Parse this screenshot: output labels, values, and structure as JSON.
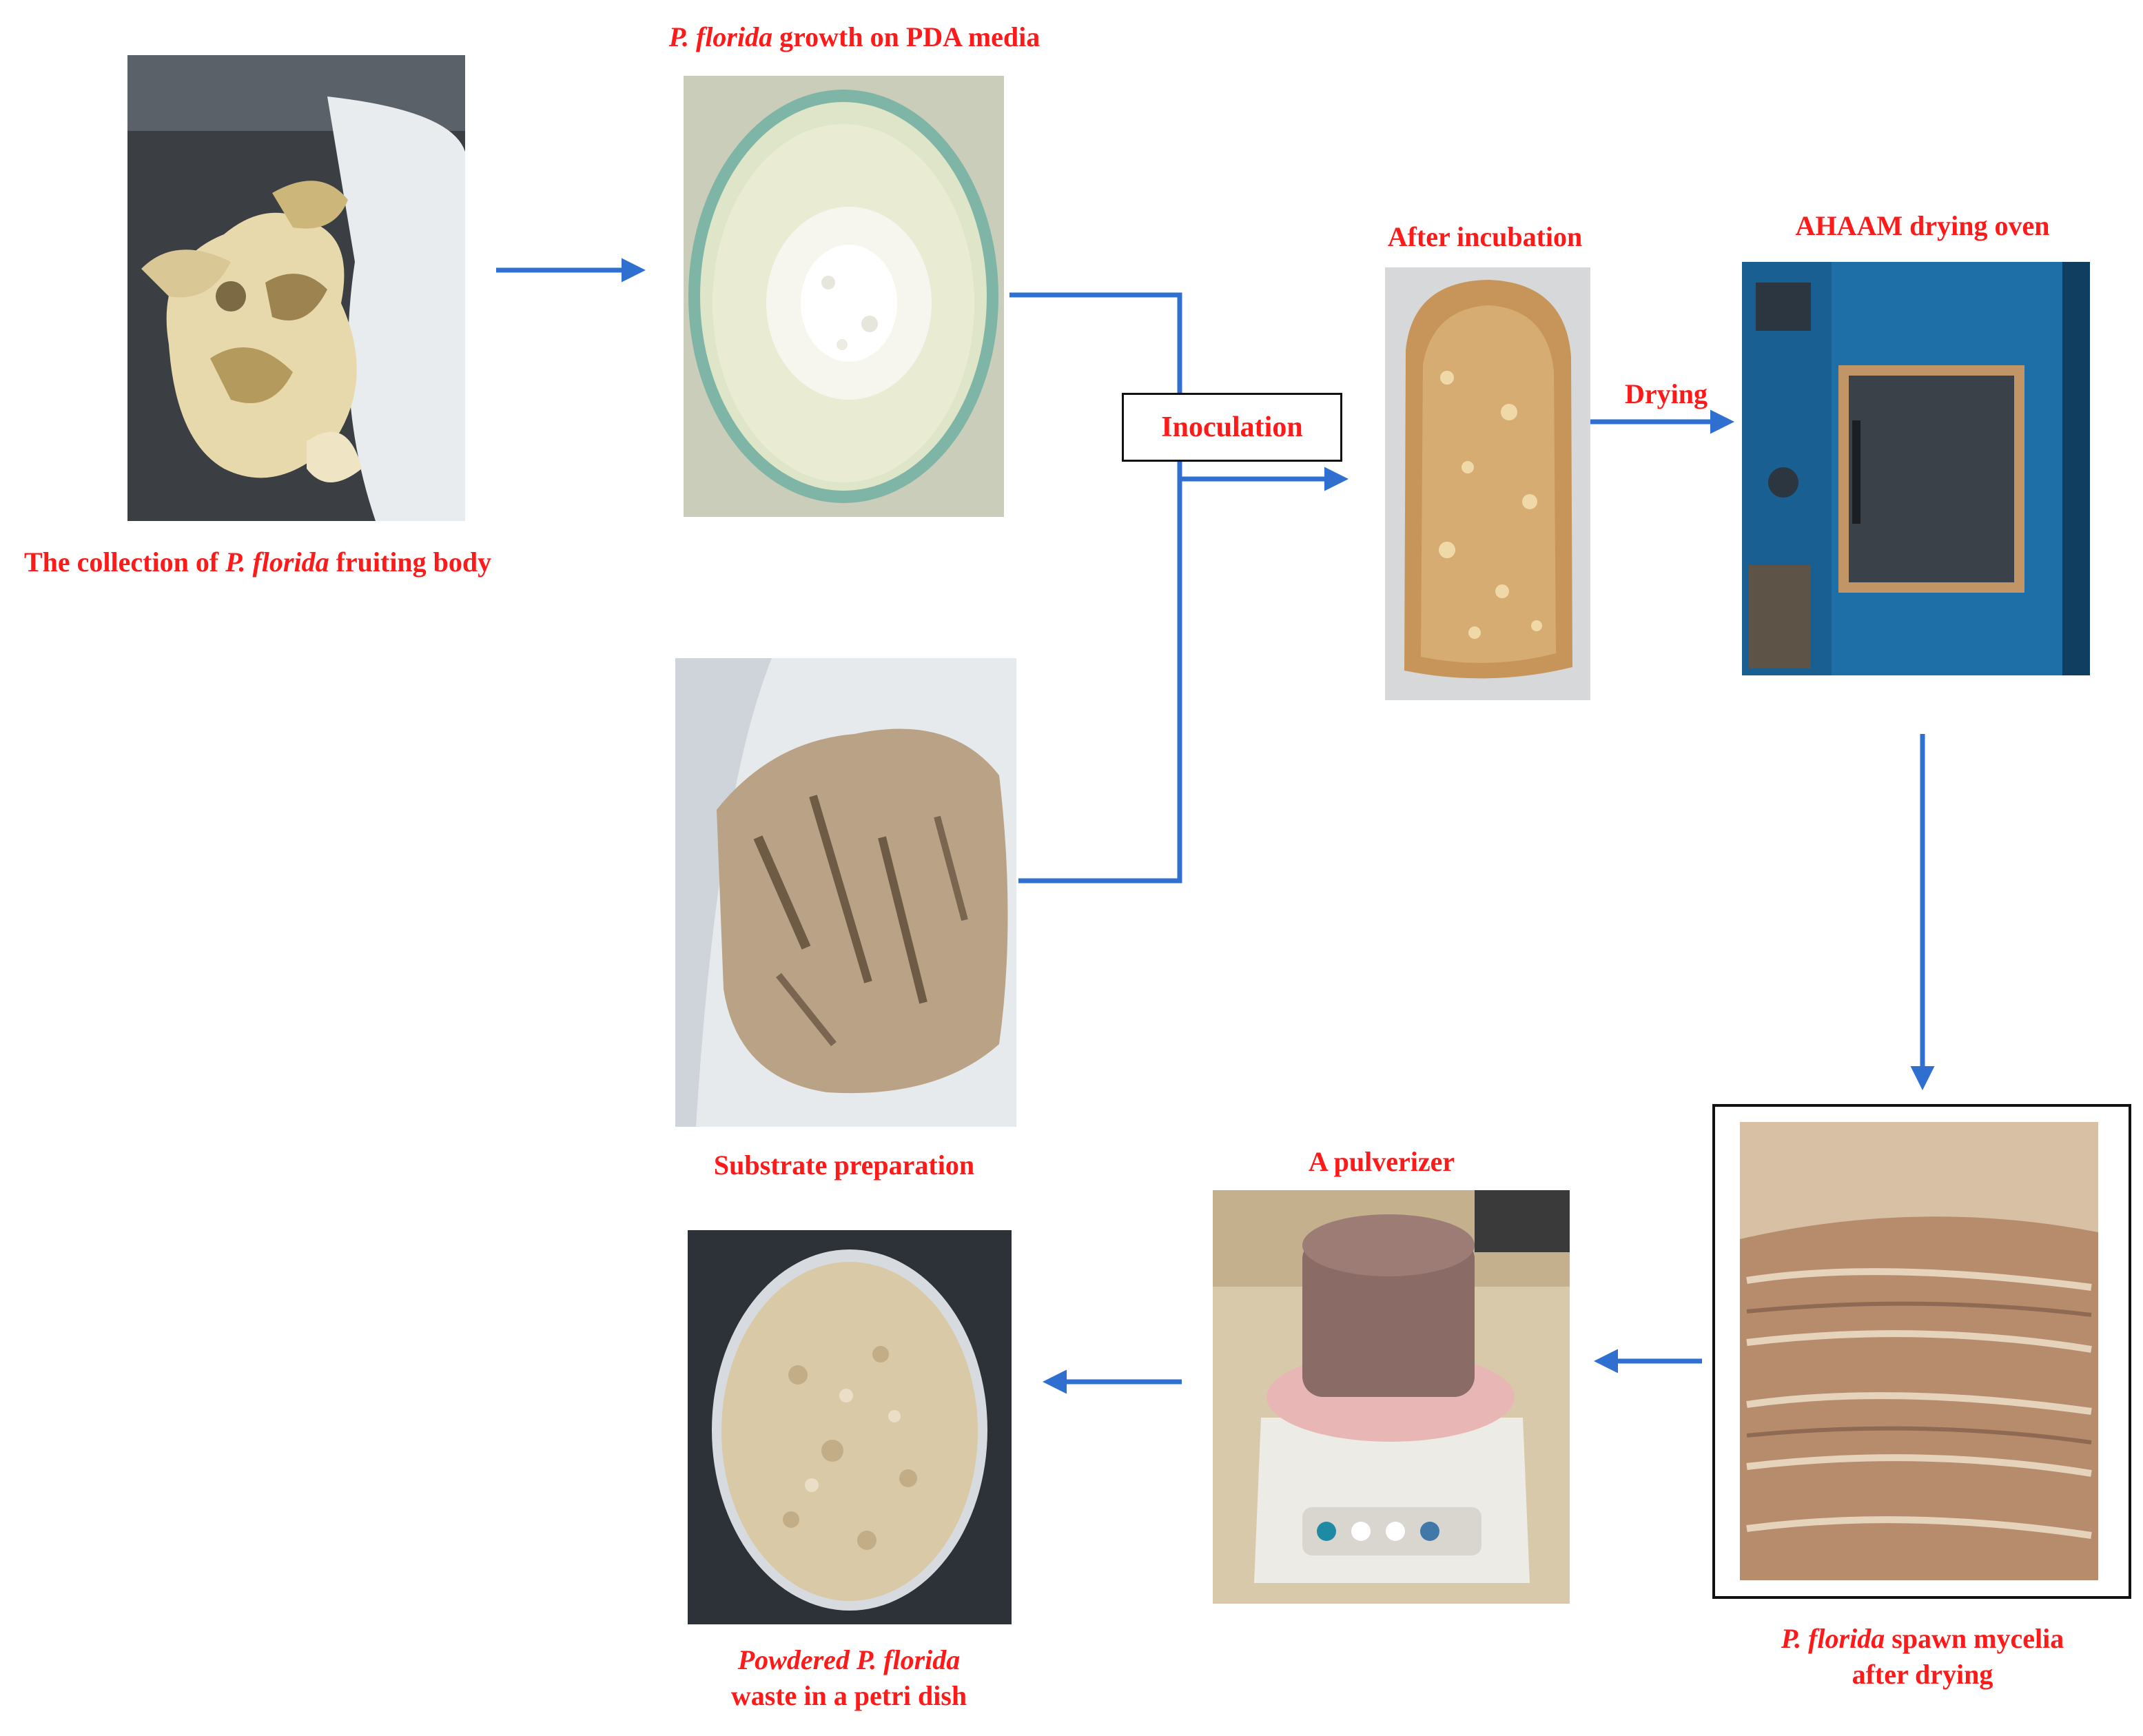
{
  "steps": {
    "collection": {
      "pre": "The collection of ",
      "italic": "P. florida",
      "post": " fruiting body"
    },
    "pda": {
      "pre": "",
      "italic": "P. florida",
      "post": " growth on PDA media"
    },
    "substrate": {
      "text": "Substrate preparation"
    },
    "inoculation": {
      "text": "Inoculation"
    },
    "incubation": {
      "text": "After incubation"
    },
    "drying": {
      "text": "Drying"
    },
    "oven": {
      "text": "AHAAM drying oven"
    },
    "spawn": {
      "line1_italic": "P. florida",
      "line1_post": " spawn mycelia",
      "line2": "after drying"
    },
    "pulverizer": {
      "text": "A pulverizer"
    },
    "powdered": {
      "line1_italic": "Powdered P. florida",
      "line2": "waste in a petri dish"
    }
  },
  "colors": {
    "label": "#ff1a1a",
    "arrow": "#2f6fd0",
    "frame": "#111111"
  },
  "icons": [
    "mushroom-photo",
    "petri-dish-photo",
    "substrate-bag-photo",
    "incubated-block-photo",
    "drying-oven-photo",
    "dried-spawn-photo",
    "pulverizer-photo",
    "powder-dish-photo"
  ]
}
